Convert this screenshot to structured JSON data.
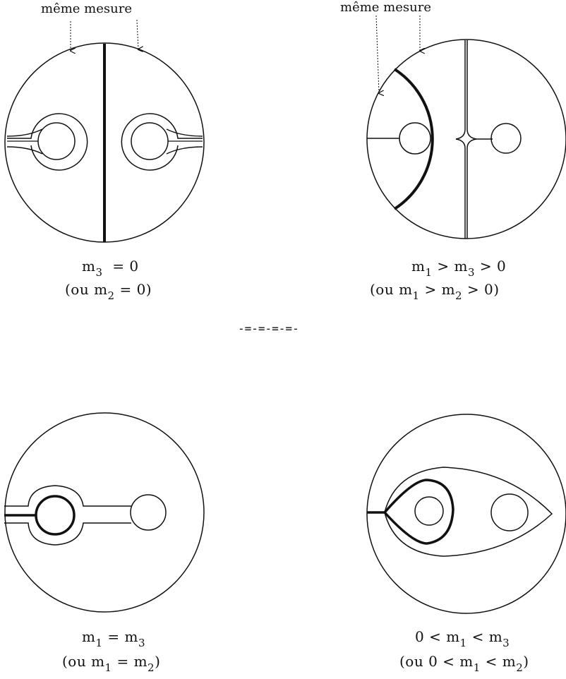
{
  "annotations": {
    "same_measure_left": "même mesure",
    "same_measure_right": "même mesure"
  },
  "separator": "-=-=-=-=-",
  "panels": [
    {
      "line1": {
        "a": "m",
        "a_sub": "3",
        "rel": "=  0"
      },
      "line2": {
        "open": "(ou  m",
        "sub": "2",
        "rest": " = 0)"
      }
    },
    {
      "line1": {
        "a": "m",
        "a_sub": "1",
        "rel": " >  m",
        "b_sub": "3",
        "tail": " >  0"
      },
      "line2": {
        "open": "(ou  m",
        "sub": "1",
        "mid": " >  m",
        "sub2": "2",
        "rest": " >  0)"
      }
    },
    {
      "line1": {
        "a": "m",
        "a_sub": "1",
        "rel": " =  m",
        "b_sub": "3"
      },
      "line2": {
        "open": "(ou  m",
        "sub": "1",
        "mid": " =  m",
        "sub2": "2",
        "rest": ")"
      }
    },
    {
      "line1": {
        "a": "0  <  m",
        "a_sub": "1",
        "rel": " <  m",
        "b_sub": "3"
      },
      "line2": {
        "open": "(ou  0 <  m",
        "sub": "1",
        "mid": " <  m",
        "sub2": "2",
        "rest": ")"
      }
    }
  ]
}
